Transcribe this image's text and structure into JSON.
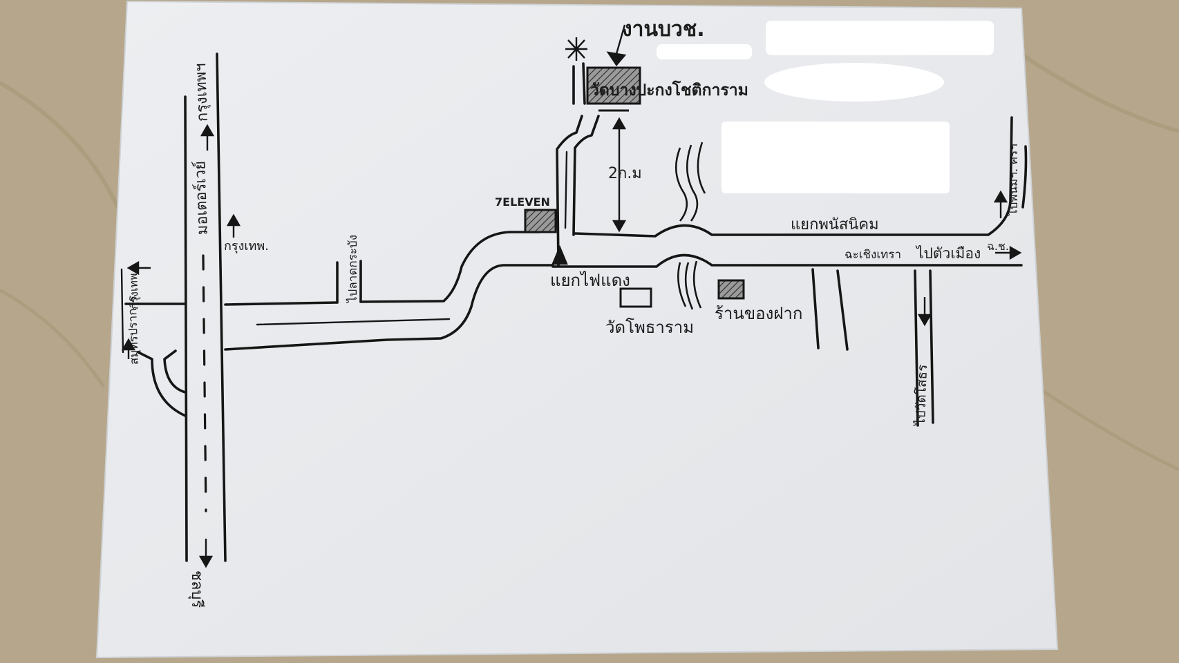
{
  "map": {
    "highway_name": "มอเตอร์เวย์",
    "to_bangkok_north": "กรุงเทพฯ",
    "to_chonburi_south": "ชลบุรี",
    "to_bangkok_left": "กรุงเทพ.",
    "to_samut_prakan": "สมุทรปราการ",
    "to_bangkok_mid": "กรุงเทพ.",
    "to_lat_krabang": "ไปลาดกระบัง",
    "seven_eleven": "7ELEVEN",
    "event": "งานบวช.",
    "temple_main": "วัดบางปะกงโชติการาม",
    "distance": "2ก.ม",
    "junction_phanthong": "แยกพนัสนิคม",
    "junction_traffic_light": "แยกไฟแดง",
    "wat_pho": "วัดโพธาราม",
    "shop": "ร้านของฝาก",
    "chachoengsao_road": "ฉะเชิงเทรา",
    "to_town": "ไปตัวเมือง",
    "chachoengsao_abbr": "ฉ.ช.",
    "to_wat_sothon": "ไปวัดโสธร",
    "to_phanom_sarakham": "ไปพนมฯ. ครฯ"
  },
  "colors": {
    "paper": "#e9ebee",
    "ink": "#161616",
    "table": "#b4a48a"
  }
}
